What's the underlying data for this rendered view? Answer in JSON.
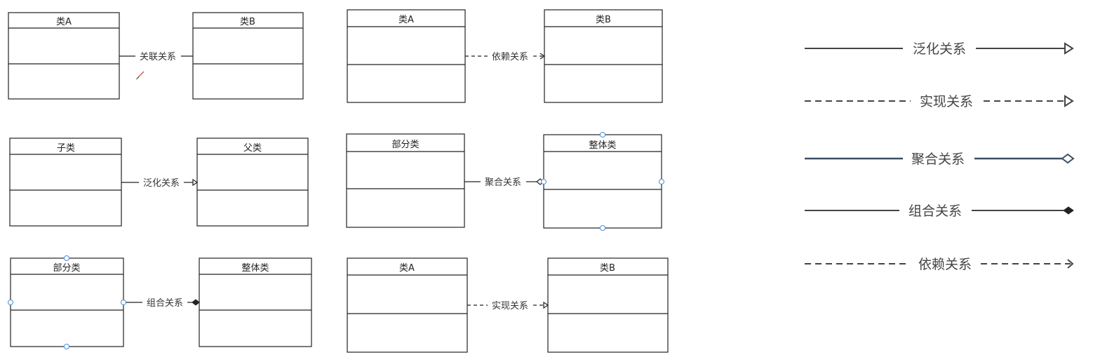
{
  "diagram": {
    "pairs": [
      {
        "id": "association",
        "left": "类A",
        "right": "类B",
        "relation": "关联关系",
        "style": "solid",
        "marker": "none"
      },
      {
        "id": "dependency",
        "left": "类A",
        "right": "类B",
        "relation": "依赖关系",
        "style": "dashed",
        "marker": "open-arrow"
      },
      {
        "id": "generalization",
        "left": "子类",
        "right": "父类",
        "relation": "泛化关系",
        "style": "solid",
        "marker": "hollow-triangle"
      },
      {
        "id": "aggregation",
        "left": "部分类",
        "right": "整体类",
        "relation": "聚合关系",
        "style": "solid",
        "marker": "hollow-diamond"
      },
      {
        "id": "composition",
        "left": "部分类",
        "right": "整体类",
        "relation": "组合关系",
        "style": "solid",
        "marker": "filled-diamond"
      },
      {
        "id": "realization",
        "left": "类A",
        "right": "类B",
        "relation": "实现关系",
        "style": "dashed",
        "marker": "hollow-triangle"
      }
    ]
  },
  "legend": {
    "items": [
      {
        "label": "泛化关系",
        "style": "solid",
        "marker": "hollow-triangle",
        "color": "#444444"
      },
      {
        "label": "实现关系",
        "style": "dashed",
        "marker": "hollow-triangle",
        "color": "#444444"
      },
      {
        "label": "聚合关系",
        "style": "solid",
        "marker": "hollow-diamond",
        "color": "#3d4f63"
      },
      {
        "label": "组合关系",
        "style": "solid",
        "marker": "filled-diamond",
        "color": "#444444"
      },
      {
        "label": "依赖关系",
        "style": "dashed",
        "marker": "open-arrow",
        "color": "#444444"
      }
    ]
  },
  "colors": {
    "line": "#222222",
    "selection_handle": "#4a90d9",
    "cursor": "#c0392b"
  }
}
